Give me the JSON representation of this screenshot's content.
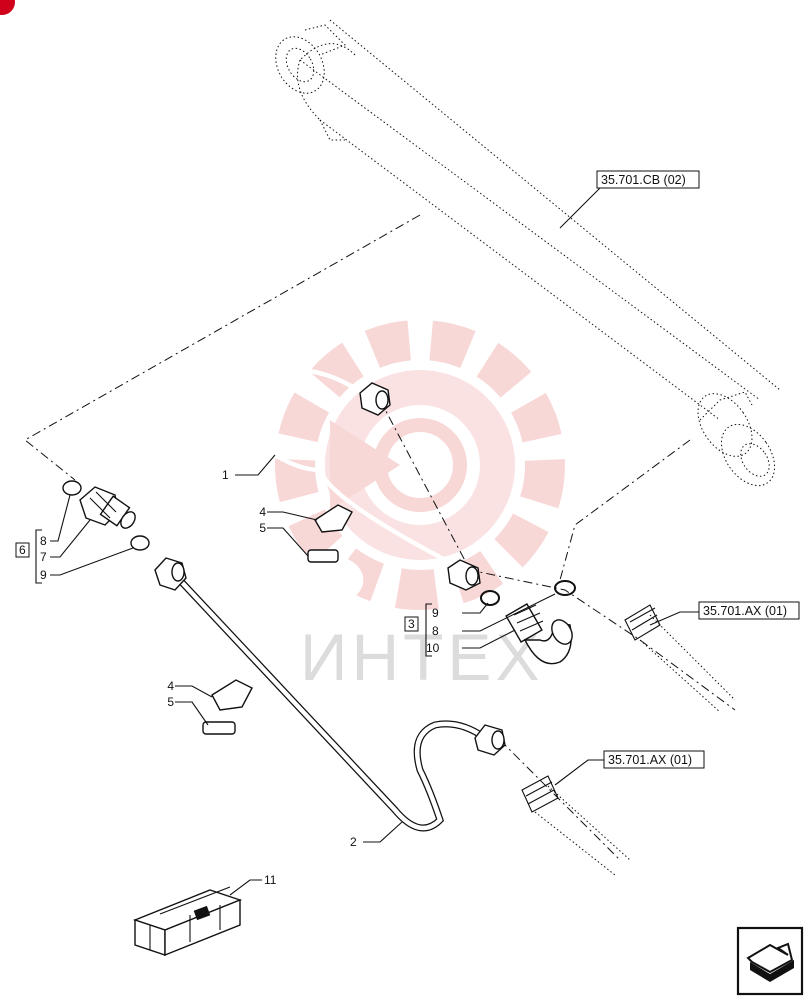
{
  "watermark": {
    "text": "ИНТЕХ",
    "color": "#f3b8b8"
  },
  "references": {
    "cylinder": "35.701.CB (02)",
    "upper_pipe": "35.701.AX (01)",
    "lower_pipe": "35.701.AX (01)"
  },
  "callouts": {
    "pipe_upper": "1",
    "pipe_lower": "2",
    "clip_upper": "4",
    "clamp_upper": "5",
    "clip_lower": "4",
    "clamp_lower": "5",
    "kit_box": "11"
  },
  "groups": {
    "group6": {
      "key": "6",
      "items": [
        "8",
        "7",
        "9"
      ]
    },
    "group3": {
      "key": "3",
      "items": [
        "9",
        "8",
        "10"
      ]
    }
  },
  "colors": {
    "line": "#111111",
    "corner_badge": "#d0021b"
  },
  "nav_icon": "next-page-icon"
}
